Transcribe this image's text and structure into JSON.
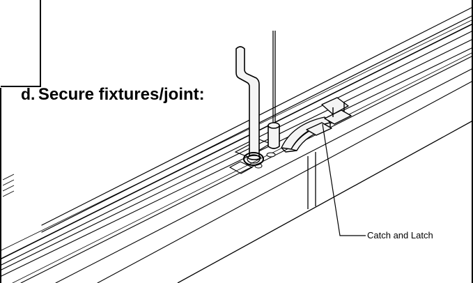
{
  "heading": {
    "letter": "d.",
    "text": "Secure fixtures/joint:"
  },
  "callout": {
    "label": "Catch and Latch"
  },
  "colors": {
    "ink": "#000000",
    "paper": "#ffffff",
    "highlight": "#f4f4f4"
  }
}
